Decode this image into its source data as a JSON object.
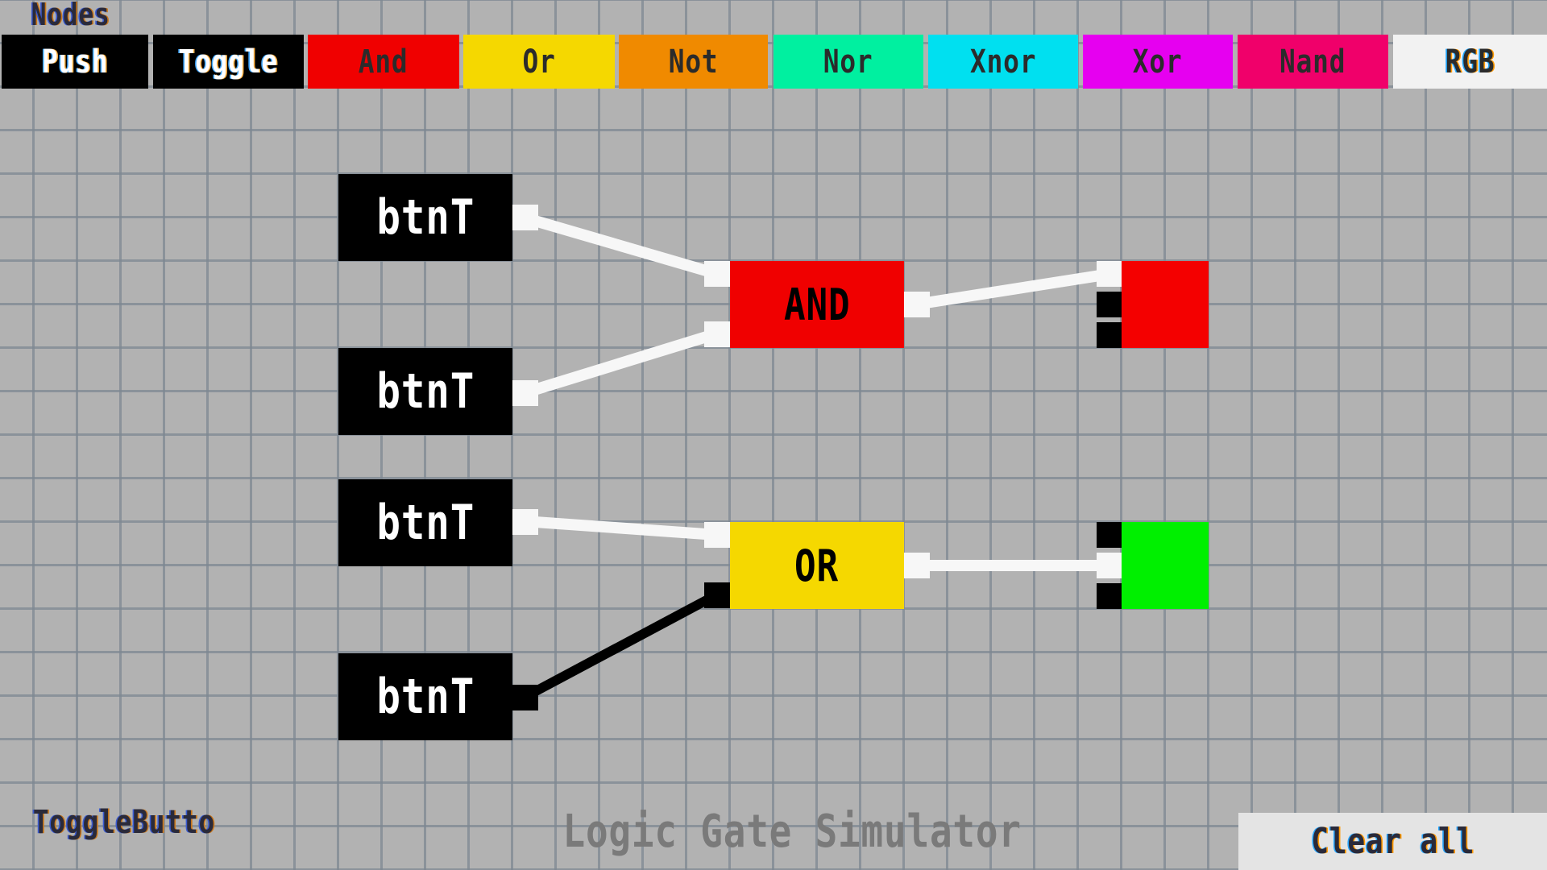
{
  "palette": {
    "title": "Nodes",
    "buttons": [
      {
        "label": "Push",
        "color": "#000000",
        "style": "dark"
      },
      {
        "label": "Toggle",
        "color": "#000000",
        "style": "dark"
      },
      {
        "label": "And",
        "color": "#f00000",
        "style": "light"
      },
      {
        "label": "Or",
        "color": "#f5d800",
        "style": "light"
      },
      {
        "label": "Not",
        "color": "#f08a00",
        "style": "light"
      },
      {
        "label": "Nor",
        "color": "#00f0a0",
        "style": "light"
      },
      {
        "label": "Xnor",
        "color": "#00e0f0",
        "style": "light"
      },
      {
        "label": "Xor",
        "color": "#e600f0",
        "style": "light"
      },
      {
        "label": "Nand",
        "color": "#f0006a",
        "style": "light"
      },
      {
        "label": "RGB",
        "color": "#f2f2f2",
        "style": "rgb"
      }
    ]
  },
  "canvas": {
    "toggle_buttons": [
      {
        "label": "btnT",
        "state": "on"
      },
      {
        "label": "btnT",
        "state": "on"
      },
      {
        "label": "btnT",
        "state": "on"
      },
      {
        "label": "btnT",
        "state": "off"
      }
    ],
    "gates": [
      {
        "label": "AND",
        "color": "#f00000"
      },
      {
        "label": "OR",
        "color": "#f5d800"
      }
    ],
    "rgb_lamps": [
      {
        "color": "#f40000",
        "inputs": [
          "on",
          "off",
          "off"
        ]
      },
      {
        "color": "#00f000",
        "inputs": [
          "off",
          "on",
          "off"
        ]
      }
    ]
  },
  "footer": {
    "selected_component": "ToggleButto",
    "app_title": "Logic Gate Simulator",
    "clear_all_label": "Clear all"
  }
}
